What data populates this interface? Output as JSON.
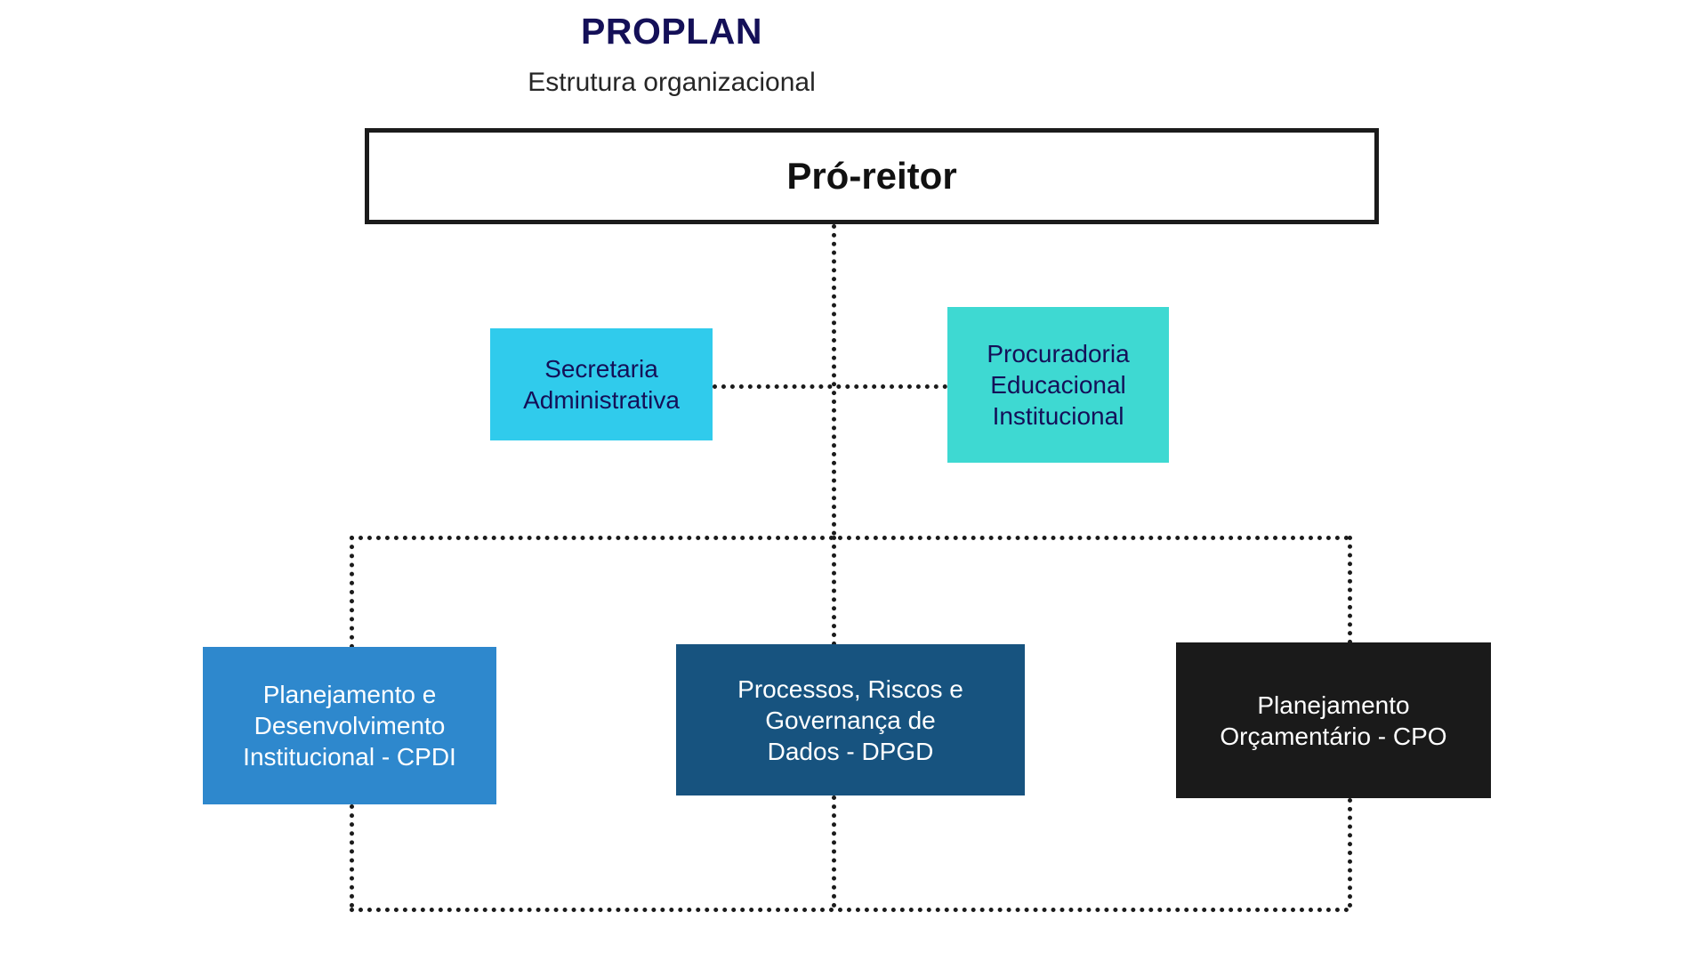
{
  "header": {
    "title": "PROPLAN",
    "subtitle": "Estrutura organizacional",
    "title_color": "#141058",
    "subtitle_color": "#262626"
  },
  "chart_data": {
    "type": "diagram",
    "diagram_kind": "organizational-chart",
    "title": "PROPLAN",
    "subtitle": "Estrutura organizacional",
    "connector_style": "dotted",
    "connector_color": "#1b1b1b",
    "background": "#ffffff",
    "levels": [
      {
        "level": 1,
        "nodes": [
          "root"
        ]
      },
      {
        "level": 2,
        "nodes": [
          "secretaria",
          "procuradoria"
        ]
      },
      {
        "level": 3,
        "nodes": [
          "cpdi",
          "dpgd",
          "cpo"
        ]
      }
    ],
    "nodes": [
      {
        "id": "root",
        "label": "Pró-reitor",
        "fill": "#ffffff",
        "border": "#1b1b1b",
        "text_color": "#111111",
        "bold": true
      },
      {
        "id": "secretaria",
        "label": "Secretaria\nAdministrativa",
        "fill": "#30cbec",
        "text_color": "#141058",
        "bold": false
      },
      {
        "id": "procuradoria",
        "label": "Procuradoria\nEducacional\nInstitucional",
        "fill": "#3ed9d2",
        "text_color": "#141058",
        "bold": false
      },
      {
        "id": "cpdi",
        "label": "Planejamento e\nDesenvolvimento\nInstitucional - CPDI",
        "fill": "#2e88cd",
        "text_color": "#ffffff",
        "bold": false
      },
      {
        "id": "dpgd",
        "label": "Processos, Riscos e\nGovernança de\nDados - DPGD",
        "fill": "#17537f",
        "text_color": "#ffffff",
        "bold": false
      },
      {
        "id": "cpo",
        "label": "Planejamento\nOrçamentário - CPO",
        "fill": "#1a1a1a",
        "text_color": "#ffffff",
        "bold": false
      }
    ],
    "edges": [
      {
        "from": "root",
        "to": "bus",
        "style": "dotted"
      },
      {
        "from": "secretaria",
        "to": "root-trunk",
        "style": "dotted"
      },
      {
        "from": "procuradoria",
        "to": "root-trunk",
        "style": "dotted"
      },
      {
        "from": "bus",
        "to": "cpdi",
        "style": "dotted"
      },
      {
        "from": "bus",
        "to": "dpgd",
        "style": "dotted"
      },
      {
        "from": "bus",
        "to": "cpo",
        "style": "dotted"
      },
      {
        "from": "cpdi",
        "to": "return-bus",
        "style": "dotted"
      },
      {
        "from": "dpgd",
        "to": "return-bus",
        "style": "dotted"
      },
      {
        "from": "cpo",
        "to": "return-bus",
        "style": "dotted"
      }
    ]
  }
}
